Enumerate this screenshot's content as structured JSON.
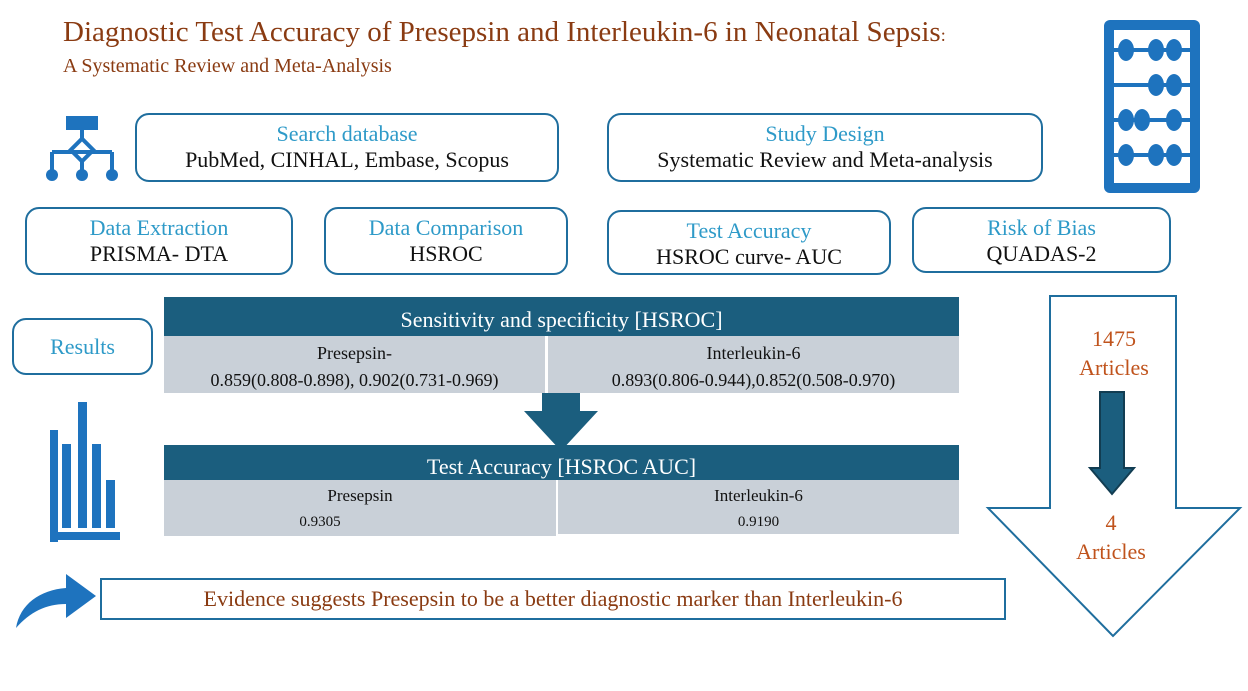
{
  "title": {
    "main": "Diagnostic Test Accuracy of Presepsin and Interleukin-6 in Neonatal Sepsis",
    "colon": ":",
    "subtitle": "A Systematic Review and Meta-Analysis"
  },
  "boxes": {
    "search": {
      "label": "Search database",
      "value": "PubMed, CINHAL, Embase, Scopus"
    },
    "design": {
      "label": "Study Design",
      "value": "Systematic Review and Meta-analysis"
    },
    "extraction": {
      "label": "Data Extraction",
      "value": "PRISMA- DTA"
    },
    "comparison": {
      "label": "Data Comparison",
      "value": "HSROC"
    },
    "accuracy": {
      "label": "Test Accuracy",
      "value": "HSROC curve- AUC"
    },
    "bias": {
      "label": "Risk of Bias",
      "value": "QUADAS-2"
    },
    "results": {
      "label": "Results"
    }
  },
  "sens_spec": {
    "header": "Sensitivity  and specificity [HSROC]",
    "presepsin": {
      "name": "Presepsin-",
      "value": "0.859(0.808-0.898), 0.902(0.731-0.969)"
    },
    "il6": {
      "name": "Interleukin-6",
      "value": "0.893(0.806-0.944),0.852(0.508-0.970)"
    }
  },
  "auc": {
    "header": "Test Accuracy [HSROC AUC]",
    "presepsin": {
      "name": "Presepsin",
      "value": "0.9305"
    },
    "il6": {
      "name": "Interleukin-6",
      "value": "0.9190"
    }
  },
  "evidence": "Evidence suggests Presepsin to be a better diagnostic marker than Interleukin-6",
  "articles": {
    "start_count": "1475",
    "start_label": "Articles",
    "end_count": "4",
    "end_label": "Articles"
  },
  "colors": {
    "title": "#8a3b12",
    "accent_blue": "#1f6e9e",
    "label_blue": "#2e9ac8",
    "header_bar": "#1b5e7e",
    "cell_gray": "#c9d0d8",
    "icon_blue": "#1e73be",
    "count_orange": "#c0531c"
  },
  "icons": [
    "hierarchy-icon",
    "abacus-icon",
    "bar-chart-icon",
    "curved-arrow-icon",
    "down-arrow-icon"
  ]
}
